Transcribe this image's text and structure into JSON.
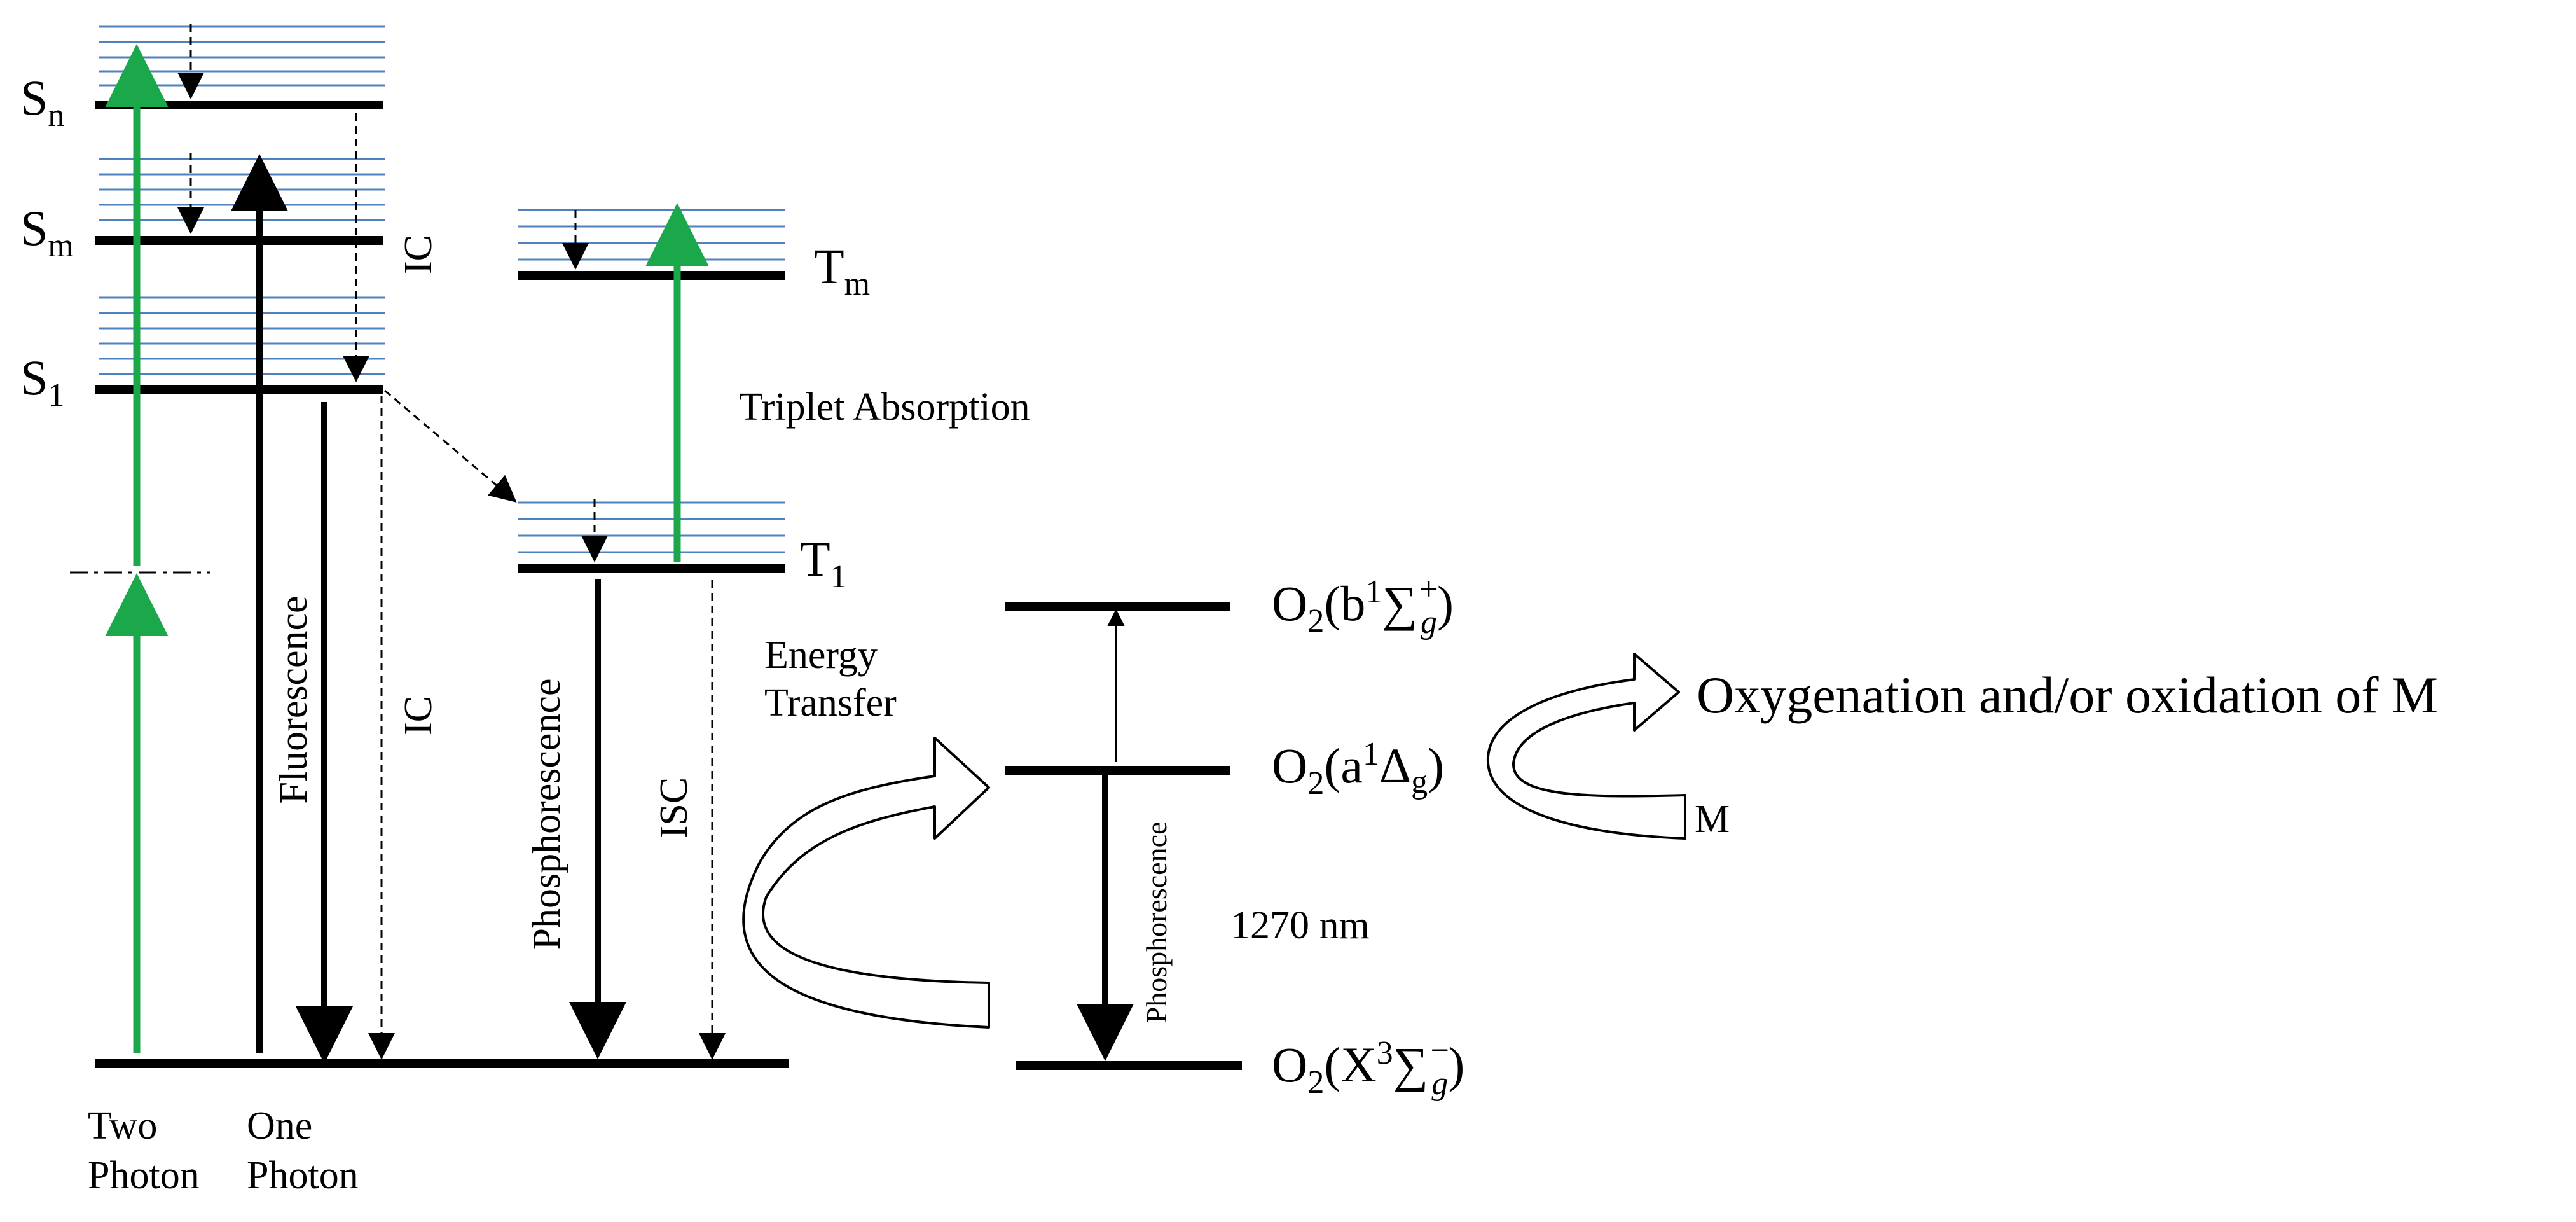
{
  "states": {
    "sn": {
      "main": "S",
      "sub": "n"
    },
    "sm": {
      "main": "S",
      "sub": "m"
    },
    "s1": {
      "main": "S",
      "sub": "1"
    },
    "tm": {
      "main": "T",
      "sub": "m"
    },
    "t1": {
      "main": "T",
      "sub": "1"
    },
    "o2_b": {
      "prefix": "O",
      "sub2": "2",
      "open": "(b",
      "sup1": "1",
      "sigma": "∑",
      "supsign": "+",
      "subg": "g",
      "close": ")"
    },
    "o2_a": {
      "prefix": "O",
      "sub2": "2",
      "open": "(a",
      "sup1": "1",
      "delta": "Δ",
      "subg": "g",
      "close": ")"
    },
    "o2_x": {
      "prefix": "O",
      "sub2": "2",
      "open": "(X",
      "sup3": "3",
      "sigma": "∑",
      "supsign": "−",
      "subg": "g",
      "close": ")"
    }
  },
  "processes": {
    "ic_upper": "IC",
    "ic_lower": "IC",
    "fluorescence": "Fluorescence",
    "phosphorescence": "Phosphorescence",
    "isc": "ISC",
    "triplet_absorption": "Triplet Absorption",
    "energy_transfer_1": "Energy",
    "energy_transfer_2": "Transfer",
    "o2_phosphorescence": "Phosphorescence",
    "wavelength": "1270 nm",
    "oxygenation": "Oxygenation and/or oxidation of M",
    "substrate": "M"
  },
  "excitation": {
    "two_photon_1": "Two",
    "two_photon_2": "Photon",
    "one_photon_1": "One",
    "one_photon_2": "Photon"
  },
  "colors": {
    "level": "#000000",
    "vibrational": "#4f81bd",
    "excitation": "#1aa84a",
    "arrow": "#000000"
  }
}
